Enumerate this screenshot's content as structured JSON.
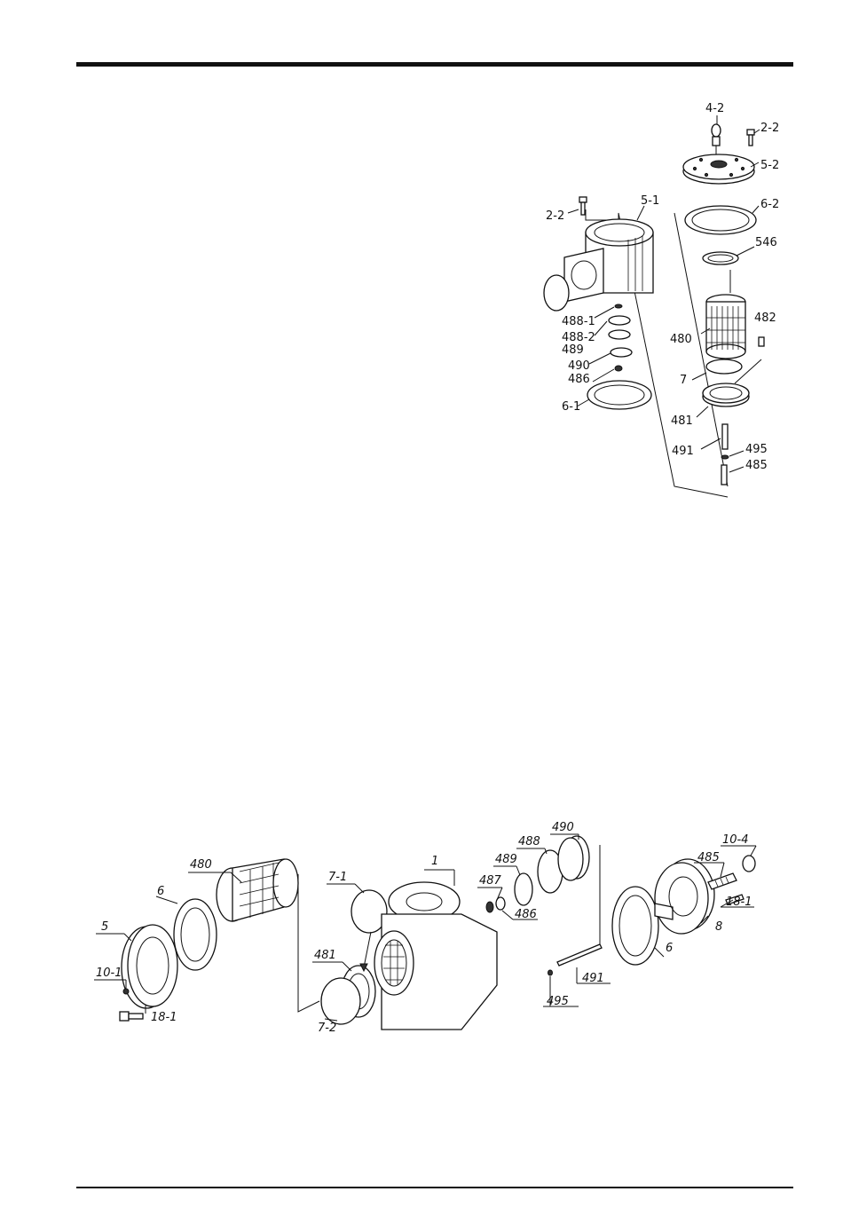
{
  "top_diagram": {
    "labels": [
      {
        "id": "4-2",
        "text": "4-2"
      },
      {
        "id": "2-2a",
        "text": "2-2"
      },
      {
        "id": "5-2",
        "text": "5-2"
      },
      {
        "id": "6-2",
        "text": "6-2"
      },
      {
        "id": "546",
        "text": "546"
      },
      {
        "id": "482",
        "text": "482"
      },
      {
        "id": "480",
        "text": "480"
      },
      {
        "id": "7",
        "text": "7"
      },
      {
        "id": "481",
        "text": "481"
      },
      {
        "id": "491",
        "text": "491"
      },
      {
        "id": "495",
        "text": "495"
      },
      {
        "id": "485",
        "text": "485"
      },
      {
        "id": "2-2b",
        "text": "2-2"
      },
      {
        "id": "5-1",
        "text": "5-1"
      },
      {
        "id": "488-1",
        "text": "488-1"
      },
      {
        "id": "488-2",
        "text": "488-2"
      },
      {
        "id": "489",
        "text": "489"
      },
      {
        "id": "490",
        "text": "490"
      },
      {
        "id": "486",
        "text": "486"
      },
      {
        "id": "6-1",
        "text": "6-1"
      }
    ]
  },
  "bottom_diagram": {
    "labels": [
      {
        "id": "480",
        "text": "480"
      },
      {
        "id": "6a",
        "text": "6"
      },
      {
        "id": "5",
        "text": "5"
      },
      {
        "id": "10-1",
        "text": "10-1"
      },
      {
        "id": "18-1a",
        "text": "18-1"
      },
      {
        "id": "7-1",
        "text": "7-1"
      },
      {
        "id": "481",
        "text": "481"
      },
      {
        "id": "7-2",
        "text": "7-2"
      },
      {
        "id": "1",
        "text": "1"
      },
      {
        "id": "487",
        "text": "487"
      },
      {
        "id": "486",
        "text": "486"
      },
      {
        "id": "489",
        "text": "489"
      },
      {
        "id": "488",
        "text": "488"
      },
      {
        "id": "490",
        "text": "490"
      },
      {
        "id": "6b",
        "text": "6"
      },
      {
        "id": "491",
        "text": "491"
      },
      {
        "id": "495",
        "text": "495"
      },
      {
        "id": "10-4",
        "text": "10-4"
      },
      {
        "id": "485",
        "text": "485"
      },
      {
        "id": "18-1b",
        "text": "18-1"
      },
      {
        "id": "8",
        "text": "8"
      }
    ]
  }
}
